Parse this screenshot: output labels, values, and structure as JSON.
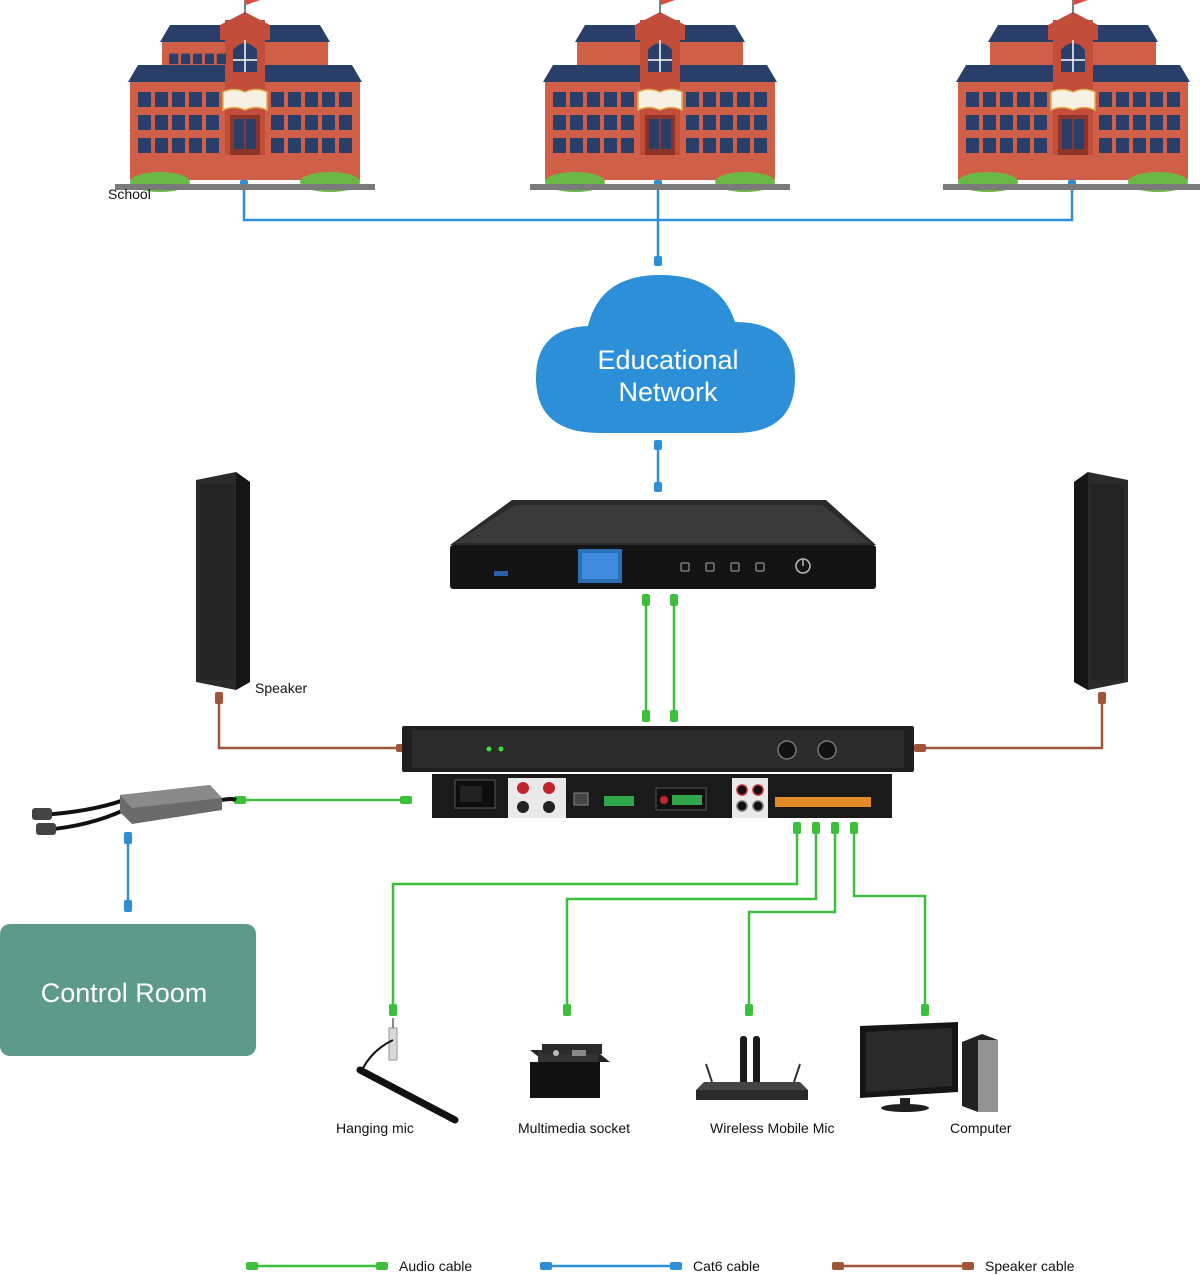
{
  "colors": {
    "audio": "#3cc03c",
    "cat6": "#2d8fd8",
    "speaker": "#a0553a",
    "cloud": "#2d8fd8",
    "control_room": "#5e9a8c",
    "school_brick": "#d05f48",
    "school_roof": "#2a3e6a"
  },
  "school": {
    "label": "School"
  },
  "network": {
    "line1": "Educational",
    "line2": "Network"
  },
  "speaker": {
    "label": "Speaker"
  },
  "control_room": {
    "label": "Control Room"
  },
  "devices": {
    "hanging_mic": "Hanging mic",
    "multimedia_socket": "Multimedia socket",
    "wireless_mic": "Wireless Mobile Mic",
    "computer": "Computer"
  },
  "legend": {
    "audio": "Audio cable",
    "cat6": "Cat6 cable",
    "speaker": "Speaker cable"
  },
  "icons": {
    "school": "school-building-icon",
    "cloud": "cloud-icon",
    "server": "network-host-icon",
    "amplifier": "amplifier-icon",
    "column_speaker": "column-speaker-icon",
    "adapter": "xlr-adapter-icon"
  }
}
